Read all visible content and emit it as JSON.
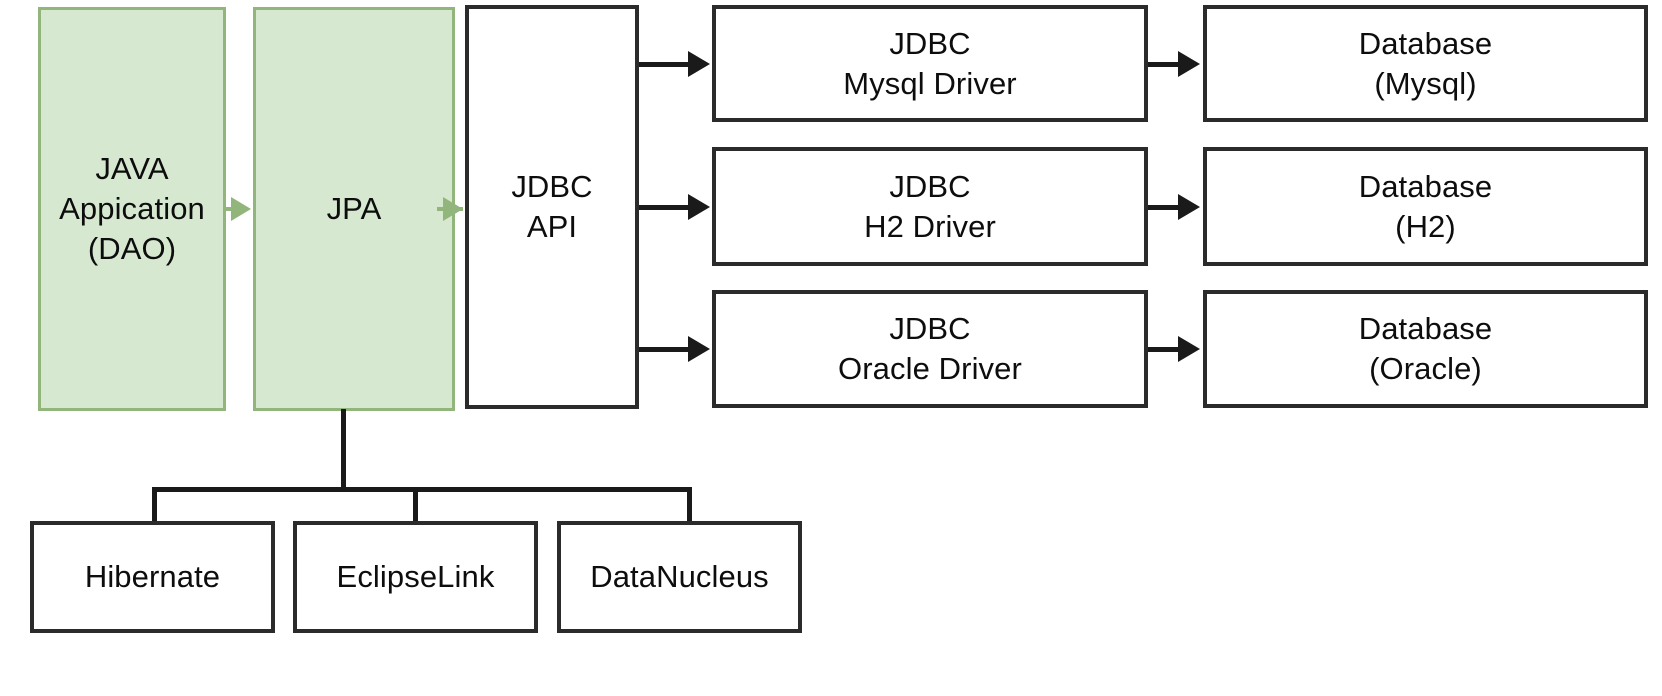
{
  "diagram": {
    "type": "architecture-block-diagram",
    "title": "JPA and JDBC layered architecture",
    "colors": {
      "green_fill": "#d7e8d0",
      "green_border": "#92b57c",
      "dark_border": "#2b2b2b",
      "connector_dark": "#1a1a1a",
      "connector_green": "#92b57c",
      "background": "#ffffff",
      "text": "#0d0d0d"
    },
    "nodes": {
      "java_application": {
        "label": "JAVA\nAppication\n(DAO)",
        "style": "green"
      },
      "jpa": {
        "label": "JPA",
        "style": "green"
      },
      "jdbc_api": {
        "label": "JDBC\nAPI",
        "style": "plain"
      },
      "jdbc_mysql_driver": {
        "label": "JDBC\nMysql Driver",
        "style": "plain"
      },
      "jdbc_h2_driver": {
        "label": "JDBC\nH2 Driver",
        "style": "plain"
      },
      "jdbc_oracle_driver": {
        "label": "JDBC\nOracle Driver",
        "style": "plain"
      },
      "database_mysql": {
        "label": "Database\n(Mysql)",
        "style": "plain"
      },
      "database_h2": {
        "label": "Database\n(H2)",
        "style": "plain"
      },
      "database_oracle": {
        "label": "Database\n(Oracle)",
        "style": "plain"
      },
      "hibernate": {
        "label": "Hibernate",
        "style": "plain"
      },
      "eclipselink": {
        "label": "EclipseLink",
        "style": "plain"
      },
      "datanucleus": {
        "label": "DataNucleus",
        "style": "plain"
      }
    },
    "edges": [
      {
        "from": "java_application",
        "to": "jpa",
        "style": "green-arrow"
      },
      {
        "from": "jpa",
        "to": "jdbc_api",
        "style": "green-arrow"
      },
      {
        "from": "jdbc_api",
        "to": "jdbc_mysql_driver",
        "style": "dark-arrow"
      },
      {
        "from": "jdbc_api",
        "to": "jdbc_h2_driver",
        "style": "dark-arrow"
      },
      {
        "from": "jdbc_api",
        "to": "jdbc_oracle_driver",
        "style": "dark-arrow"
      },
      {
        "from": "jdbc_mysql_driver",
        "to": "database_mysql",
        "style": "dark-arrow"
      },
      {
        "from": "jdbc_h2_driver",
        "to": "database_h2",
        "style": "dark-arrow"
      },
      {
        "from": "jdbc_oracle_driver",
        "to": "database_oracle",
        "style": "dark-arrow"
      },
      {
        "from": "jpa",
        "to": "hibernate",
        "style": "dark-tree"
      },
      {
        "from": "jpa",
        "to": "eclipselink",
        "style": "dark-tree"
      },
      {
        "from": "jpa",
        "to": "datanucleus",
        "style": "dark-tree"
      }
    ]
  }
}
